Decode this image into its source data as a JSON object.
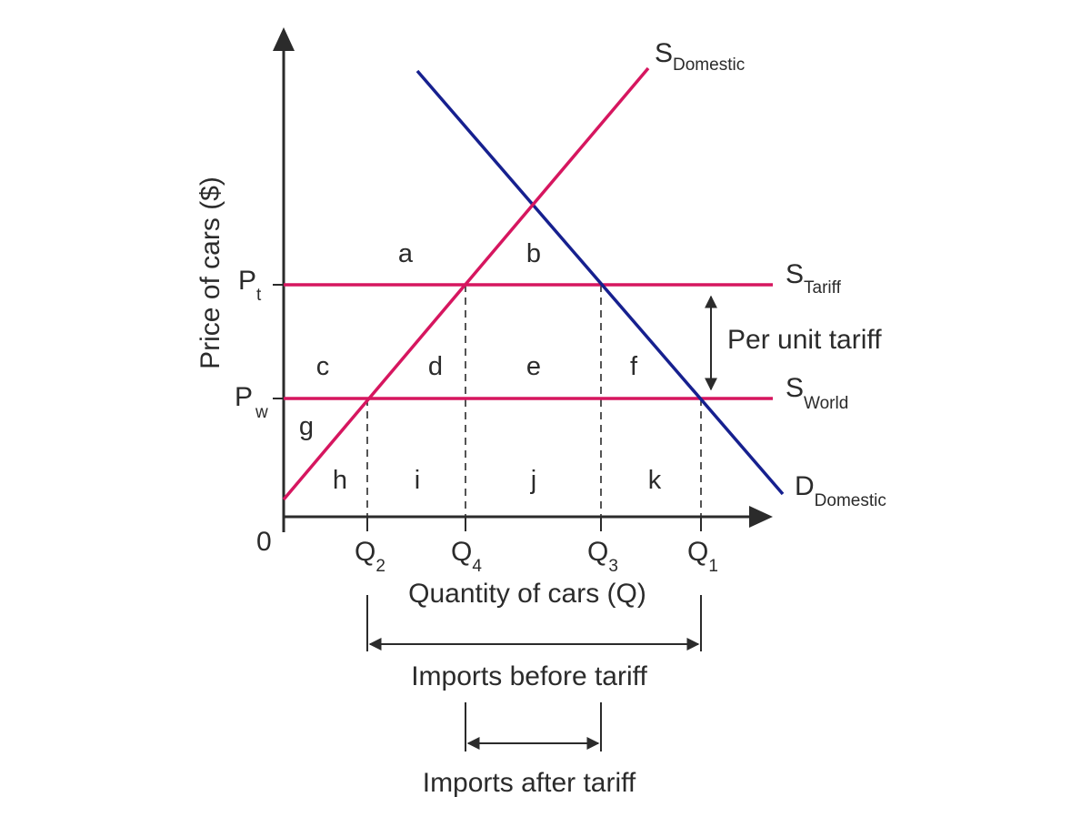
{
  "colors": {
    "supply": "#d6165f",
    "demand": "#16208f",
    "ink": "#2b2b2b"
  },
  "axes": {
    "y_label": "Price of cars ($)",
    "x_label": "Quantity of cars (Q)",
    "origin": "0"
  },
  "price_labels": {
    "pt_main": "P",
    "pt_sub": "t",
    "pw_main": "P",
    "pw_sub": "w"
  },
  "quantity_labels": {
    "q2_main": "Q",
    "q2_sub": "2",
    "q4_main": "Q",
    "q4_sub": "4",
    "q3_main": "Q",
    "q3_sub": "3",
    "q1_main": "Q",
    "q1_sub": "1"
  },
  "curves": {
    "s_domestic_main": "S",
    "s_domestic_sub": "Domestic",
    "d_domestic_main": "D",
    "d_domestic_sub": "Domestic",
    "s_tariff_main": "S",
    "s_tariff_sub": "Tariff",
    "s_world_main": "S",
    "s_world_sub": "World"
  },
  "regions": {
    "a": "a",
    "b": "b",
    "c": "c",
    "d": "d",
    "e": "e",
    "f": "f",
    "g": "g",
    "h": "h",
    "i": "i",
    "j": "j",
    "k": "k"
  },
  "annotations": {
    "per_unit_tariff": "Per unit tariff",
    "imports_before": "Imports before tariff",
    "imports_after": "Imports after tariff"
  }
}
